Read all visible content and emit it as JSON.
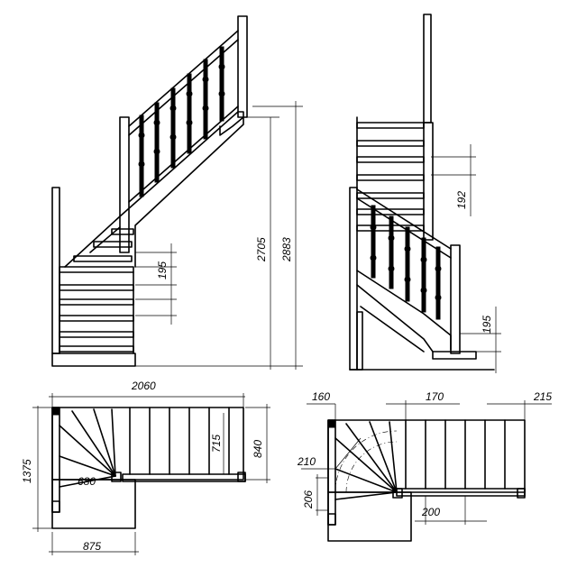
{
  "dimensions": {
    "side_a": {
      "step_rise": "195",
      "rise_total": "2705",
      "height_total": "2883"
    },
    "side_b": {
      "step_rise_upper": "192",
      "step_rise_lower": "195"
    },
    "plan_a": {
      "length": "2060",
      "depth": "1375",
      "flight_width": "715",
      "width_outer": "840",
      "winder_radius": "680",
      "base_width": "875"
    },
    "plan_b": {
      "offset_left": "160",
      "going": "170",
      "nosing": "215",
      "winder_offset": "210",
      "landing_gap": "206",
      "lower_going": "200"
    }
  }
}
